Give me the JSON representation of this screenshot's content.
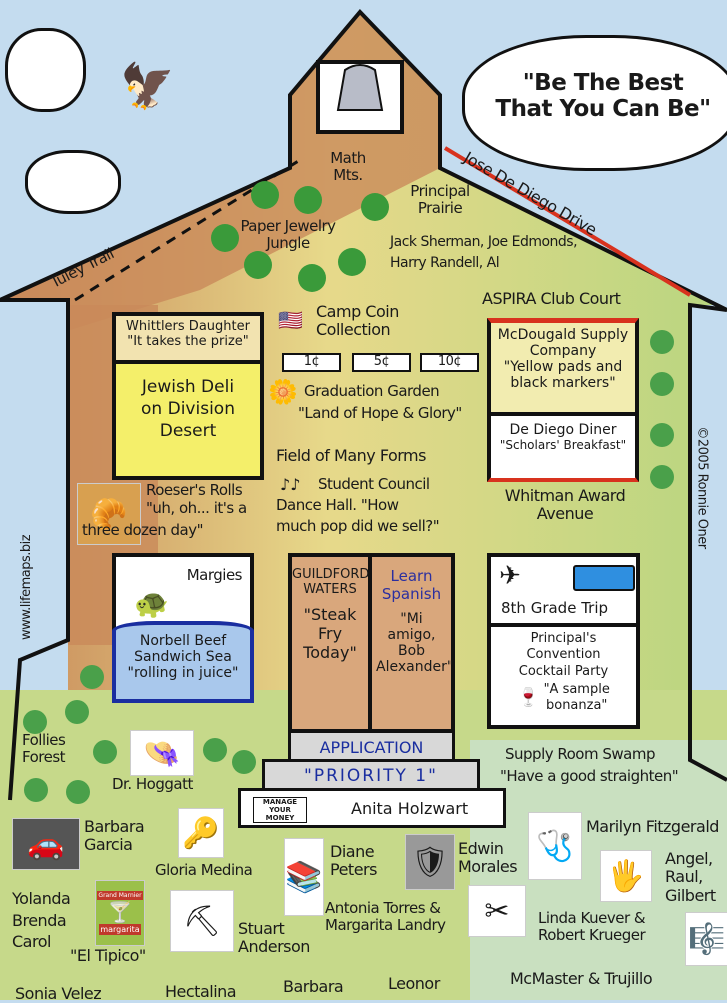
{
  "sky": {
    "motto_line1": "\"Be The Best",
    "motto_line2": "That You Can Be\""
  },
  "roof": {
    "math_mts": "Math Mts.",
    "tuley_trail": "Tuley Trail",
    "paper_jewelry_jungle": "Paper Jewelry Jungle",
    "principal_prairie": "Principal Prairie",
    "principal_names_1": "Jack Sherman, Joe Edmonds,",
    "principal_names_2": "Harry Randell, Al",
    "jose_de_diego_drive": "Jose De Diego Drive",
    "aspira_club_court": "ASPIRA Club Court"
  },
  "center": {
    "camp_coin_1": "Camp Coin",
    "camp_coin_2": "Collection",
    "coins": [
      "1¢",
      "5¢",
      "10¢"
    ],
    "graduation_garden": "Graduation Garden",
    "graduation_quote": "\"Land of Hope & Glory\"",
    "field_of_many_forms": "Field of Many Forms",
    "student_council_1": "Student Council",
    "student_council_2": "Dance Hall. \"How",
    "student_council_3": "much pop did we sell?\""
  },
  "left": {
    "whittlers_1": "Whittlers Daughter",
    "whittlers_2": "\"It takes the prize\"",
    "jewish_deli_1": "Jewish Deli",
    "jewish_deli_2": "on Division",
    "jewish_deli_3": "Desert",
    "roesers_1": "Roeser's Rolls",
    "roesers_2": "\"uh, oh... it's a",
    "roesers_3": "three dozen day\"",
    "website": "www.lifemaps.biz",
    "margies": "Margies",
    "norbell_1": "Norbell Beef",
    "norbell_2": "Sandwich Sea",
    "norbell_3": "\"rolling in juice\"",
    "follies_1": "Follies",
    "follies_2": "Forest",
    "dr_hoggatt": "Dr. Hoggatt"
  },
  "right": {
    "mcdougald_1": "McDougald Supply",
    "mcdougald_2": "Company",
    "mcdougald_3": "\"Yellow pads and",
    "mcdougald_4": "black markers\"",
    "diner_1": "De Diego Diner",
    "diner_2": "\"Scholars' Breakfast\"",
    "whitman_1": "Whitman Award",
    "whitman_2": "Avenue",
    "copyright": "©2005 Ronnie Oner",
    "trip": "8th Grade Trip",
    "convention_1": "Principal's Convention",
    "convention_2": "Cocktail Party",
    "convention_3": "\"A sample",
    "convention_4": "bonanza\"",
    "supply_1": "Supply Room Swamp",
    "supply_2": "\"Have a good straighten\""
  },
  "doors": {
    "guildford_1": "GUILDFORD",
    "guildford_2": "WATERS",
    "guildford_3": "\"Steak Fry Today\"",
    "spanish_1": "Learn",
    "spanish_2": "Spanish",
    "spanish_3": "\"Mi amigo, Bob Alexander\"",
    "application": "APPLICATION",
    "priority": "\"PRIORITY 1\"",
    "manage_money": "MANAGE YOUR MONEY",
    "anita": "Anita Holzwart"
  },
  "people": {
    "barbara_garcia": "Barbara Garcia",
    "gloria_medina": "Gloria Medina",
    "diane_peters": "Diane Peters",
    "edwin_morales": "Edwin Morales",
    "marilyn": "Marilyn Fitzgerald",
    "angel": "Angel, Raul, Gilbert",
    "yolanda": "Yolanda Brenda Carol",
    "el_tipico": "\"El Tipico\"",
    "margarita_brand": "Grand Marnier",
    "margarita_label": "margarita",
    "stuart": "Stuart Anderson",
    "antonia": "Antonia Torres & Margarita Landry",
    "linda": "Linda Kuever & Robert Krueger",
    "bottom": [
      "Sonia Velez",
      "Hectalina",
      "Barbara",
      "Leonor",
      "McMaster & Trujillo"
    ]
  },
  "colors": {
    "sky": "#c4dcef",
    "roof": "#c98a5a",
    "grass": "#c6d98a",
    "yellow": "#f4ef6a",
    "road": "#d8321e",
    "sea": "#a9c8ec",
    "ink": "#1a1a1a"
  }
}
